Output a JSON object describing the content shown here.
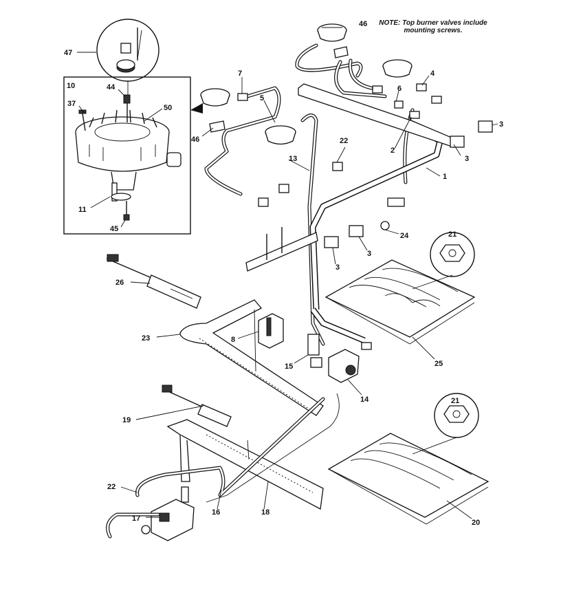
{
  "note": "NOTE: Top burner valves include mounting screws.",
  "callouts": [
    "47",
    "10",
    "44",
    "37",
    "50",
    "11",
    "45",
    "7",
    "5",
    "46",
    "46",
    "13",
    "22",
    "6",
    "4",
    "3",
    "3",
    "2",
    "1",
    "3",
    "3",
    "24",
    "21",
    "26",
    "23",
    "8",
    "15",
    "14",
    "25",
    "19",
    "22",
    "17",
    "16",
    "18",
    "21",
    "20"
  ]
}
